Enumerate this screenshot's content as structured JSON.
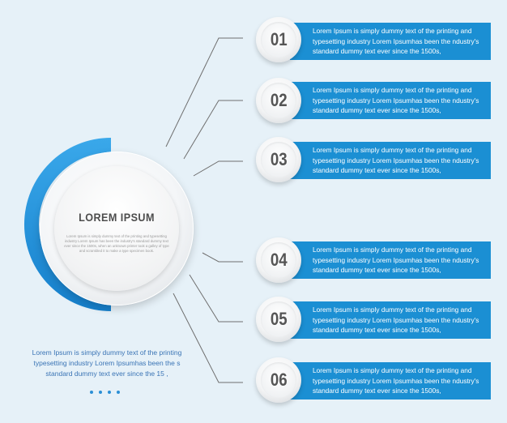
{
  "center": {
    "title": "LOREM IPSUM",
    "body": "Lorem Ipsum is simply dummy text of the printing and typesetting industry Lorem Ipsum has been the industry's standard dummy text ever since the 1500s, when an unknown printer took a galley of type and scrambled it to make a type specimen book."
  },
  "items": [
    {
      "number": "01",
      "text": "Lorem Ipsum is simply dummy text of the printing and typesetting industry  Lorem Ipsumhas been the ndustry's standard dummy text ever since the 1500s,"
    },
    {
      "number": "02",
      "text": "Lorem Ipsum is simply dummy text of the printing and typesetting industry  Lorem Ipsumhas been the ndustry's standard dummy text ever since the 1500s,"
    },
    {
      "number": "03",
      "text": "Lorem Ipsum is simply dummy text of the printing and typesetting industry  Lorem Ipsumhas been the ndustry's standard dummy text ever since the 1500s,"
    },
    {
      "number": "04",
      "text": "Lorem Ipsum is simply dummy text of the printing and typesetting industry  Lorem Ipsumhas been the ndustry's standard dummy text ever since the 1500s,"
    },
    {
      "number": "05",
      "text": "Lorem Ipsum is simply dummy text of the printing and typesetting industry  Lorem Ipsumhas been the ndustry's standard dummy text ever since the 1500s,"
    },
    {
      "number": "06",
      "text": "Lorem Ipsum is simply dummy text of the printing and typesetting industry  Lorem Ipsumhas been the ndustry's standard dummy text ever since the 1500s,"
    }
  ],
  "footer": {
    "text": "Lorem Ipsum is simply dummy text of the printing typesetting industry  Lorem Ipsumhas been the s standard dummy text ever since the 15 ,"
  },
  "colors": {
    "background": "#e6f1f8",
    "accent_blue": "#1b8fd3",
    "number_text": "#555555"
  }
}
